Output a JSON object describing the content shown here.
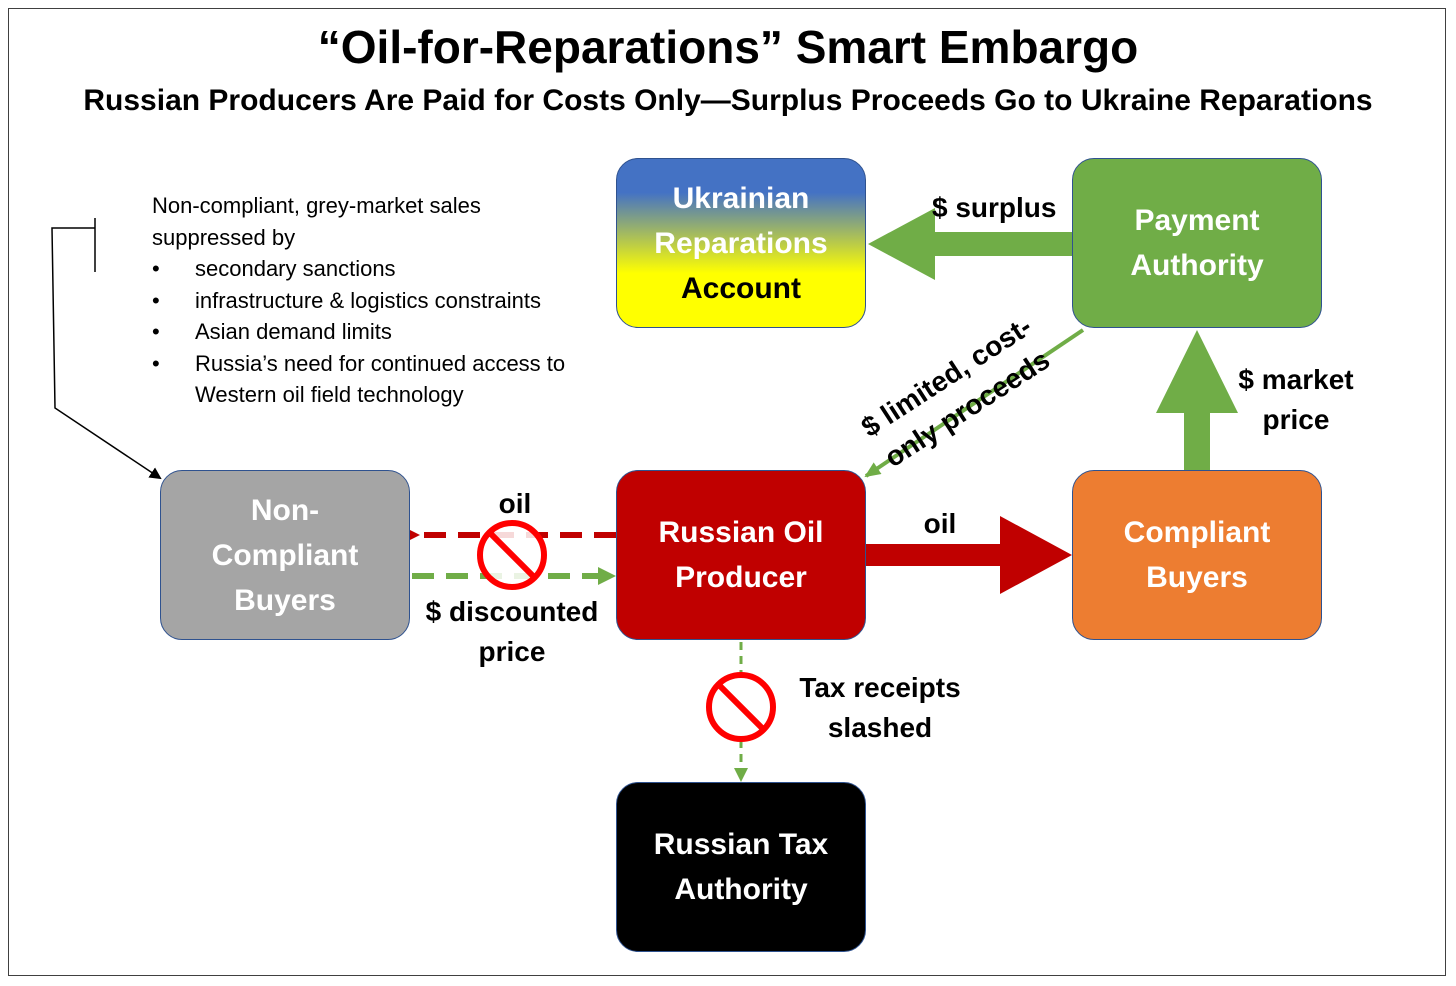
{
  "title": "“Oil-for-Reparations” Smart Embargo",
  "subtitle": "Russian Producers Are Paid for Costs Only—Surplus Proceeds Go to Ukraine Reparations",
  "nodes": {
    "reparations": {
      "line1": "Ukrainian",
      "line2": "Reparations",
      "line3": "Account"
    },
    "payment": {
      "line1": "Payment",
      "line2": "Authority"
    },
    "noncompliant": {
      "line1": "Non-",
      "line2": "Compliant",
      "line3": "Buyers"
    },
    "producer": {
      "line1": "Russian Oil",
      "line2": "Producer"
    },
    "compliant": {
      "line1": "Compliant",
      "line2": "Buyers"
    },
    "tax": {
      "line1": "Russian Tax",
      "line2": "Authority"
    }
  },
  "edges": {
    "surplus": "$ surplus",
    "limited_line1": "$ limited, cost-",
    "limited_line2": "only proceeds",
    "market_line1": "$ market",
    "market_line2": "price",
    "oil_to_compliant": "oil",
    "oil_to_noncompliant": "oil",
    "discounted_line1": "$ discounted",
    "discounted_line2": "price",
    "tax_line1": "Tax receipts",
    "tax_line2": "slashed"
  },
  "note": {
    "intro_line1": "Non-compliant, grey-market sales",
    "intro_line2": "suppressed by",
    "bullets": [
      "secondary sanctions",
      "infrastructure & logistics constraints",
      "Asian demand limits",
      "Russia’s need for continued access to",
      "Western oil field technology"
    ]
  },
  "colors": {
    "blue": "#4472c4",
    "yellow": "#ffff00",
    "green": "#70ad47",
    "gray": "#a5a5a5",
    "red": "#c00000",
    "orange": "#ed7d31",
    "black": "#000000",
    "prohibit_red": "#ff0000"
  }
}
